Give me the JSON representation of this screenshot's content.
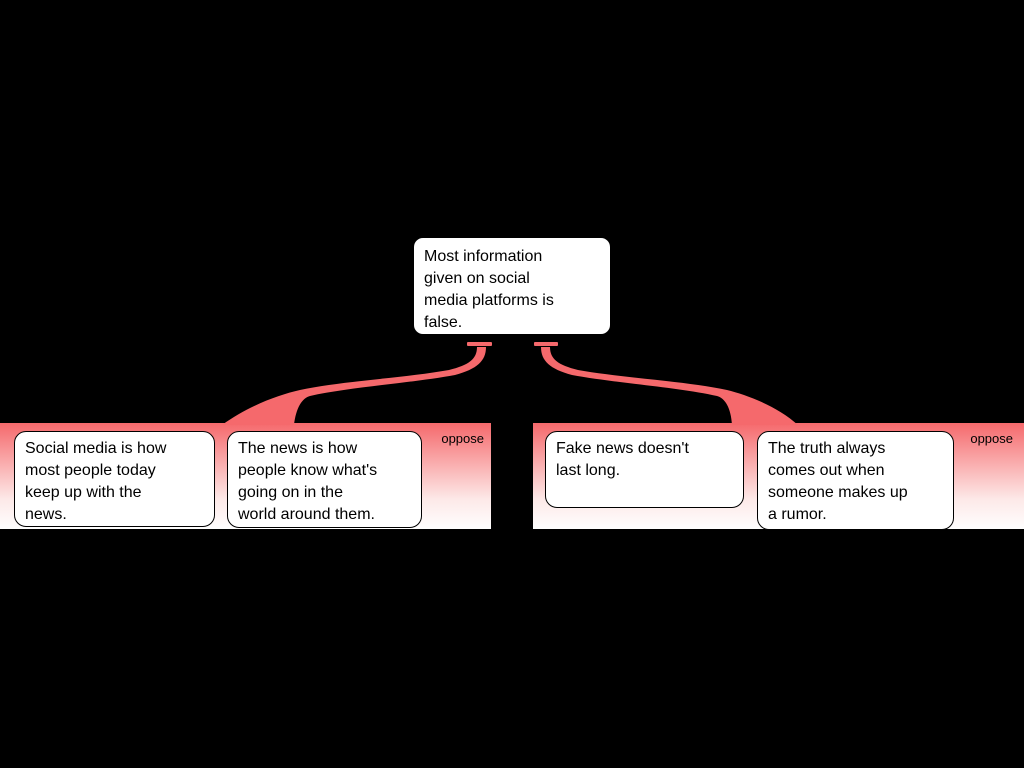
{
  "diagram_type": "argument-map",
  "colors": {
    "background": "#000000",
    "connector": "#f5696c",
    "group_gradient_top": "#f5696c",
    "group_gradient_bottom": "#fefefe",
    "node_fill": "#ffffff",
    "node_border": "#000000",
    "text": "#000000"
  },
  "root_node": {
    "text": "Most information\ngiven on social\nmedia platforms is\nfalse."
  },
  "groups": [
    {
      "relation_label": "oppose",
      "nodes": [
        {
          "text": "Social media is how\nmost people today\nkeep up with the\nnews."
        },
        {
          "text": "The news is how\npeople know what's\ngoing on in the\nworld around them."
        }
      ]
    },
    {
      "relation_label": "oppose",
      "nodes": [
        {
          "text": "Fake news doesn't\nlast long."
        },
        {
          "text": "The truth always\ncomes out when\nsomeone makes up\na rumor."
        }
      ]
    }
  ]
}
